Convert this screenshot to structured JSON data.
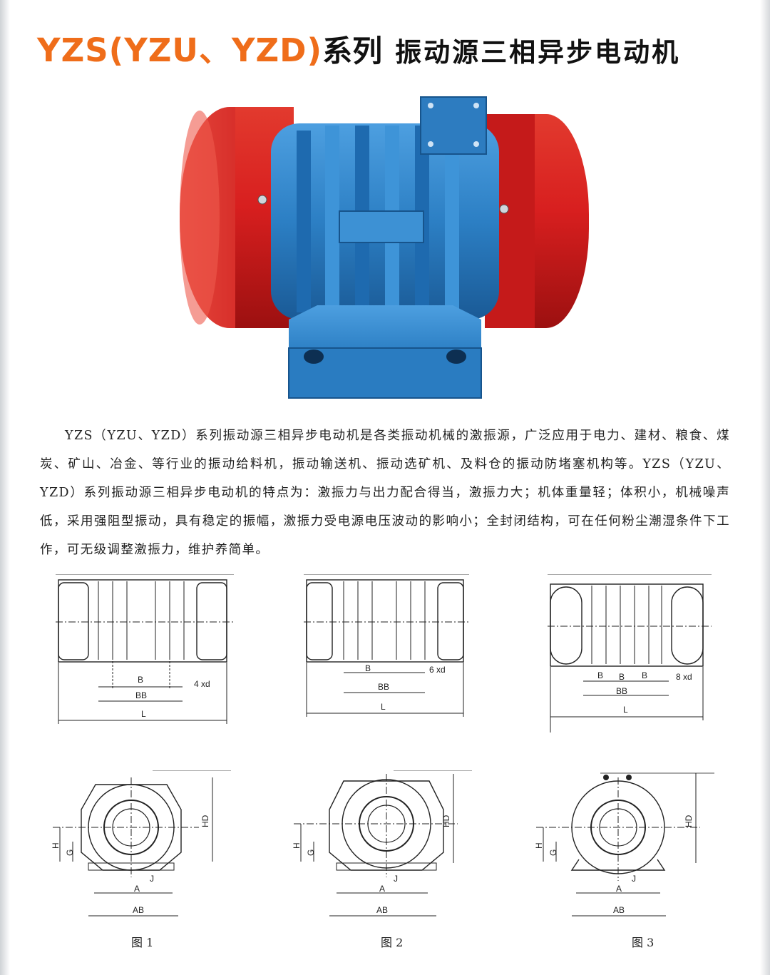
{
  "title": {
    "model": "YZS(YZU、YZD)",
    "series": "系列",
    "desc": "振动源三相异步电动机"
  },
  "paragraph": "YZS（YZU、YZD）系列振动源三相异步电动机是各类振动机械的激振源，广泛应用于电力、建材、粮食、煤炭、矿山、冶金、等行业的振动给料机，振动输送机、振动选矿机、及料仓的振动防堵塞机构等。YZS（YZU、YZD）系列振动源三相异步电动机的特点为：激振力与出力配合得当，激振力大；机体重量轻；体积小，机械噪声低，采用强阻型振动，具有稳定的振幅，激振力受电源电压波动的影响小；全封闭结构，可在任何粉尘潮湿条件下工作，可无级调整激振力，维护养简单。",
  "colors": {
    "title_orange": "#ef6d1a",
    "motor_red": "#d92323",
    "motor_blue": "#2c7fc4"
  },
  "drawings": {
    "fig1": {
      "holes": "4 xd",
      "b": "B",
      "bb": "BB",
      "l": "L"
    },
    "fig2": {
      "holes": "6 xd",
      "b": "B",
      "bb": "BB",
      "l": "L"
    },
    "fig3": {
      "holes": "8 xd",
      "b": "B",
      "bb": "BB",
      "l": "L"
    },
    "end_labels": {
      "hd": "HD",
      "h": "H",
      "g": "G",
      "j": "J",
      "a": "A",
      "ab": "AB"
    }
  },
  "captions": [
    "图 1",
    "图 2",
    "图 3"
  ]
}
